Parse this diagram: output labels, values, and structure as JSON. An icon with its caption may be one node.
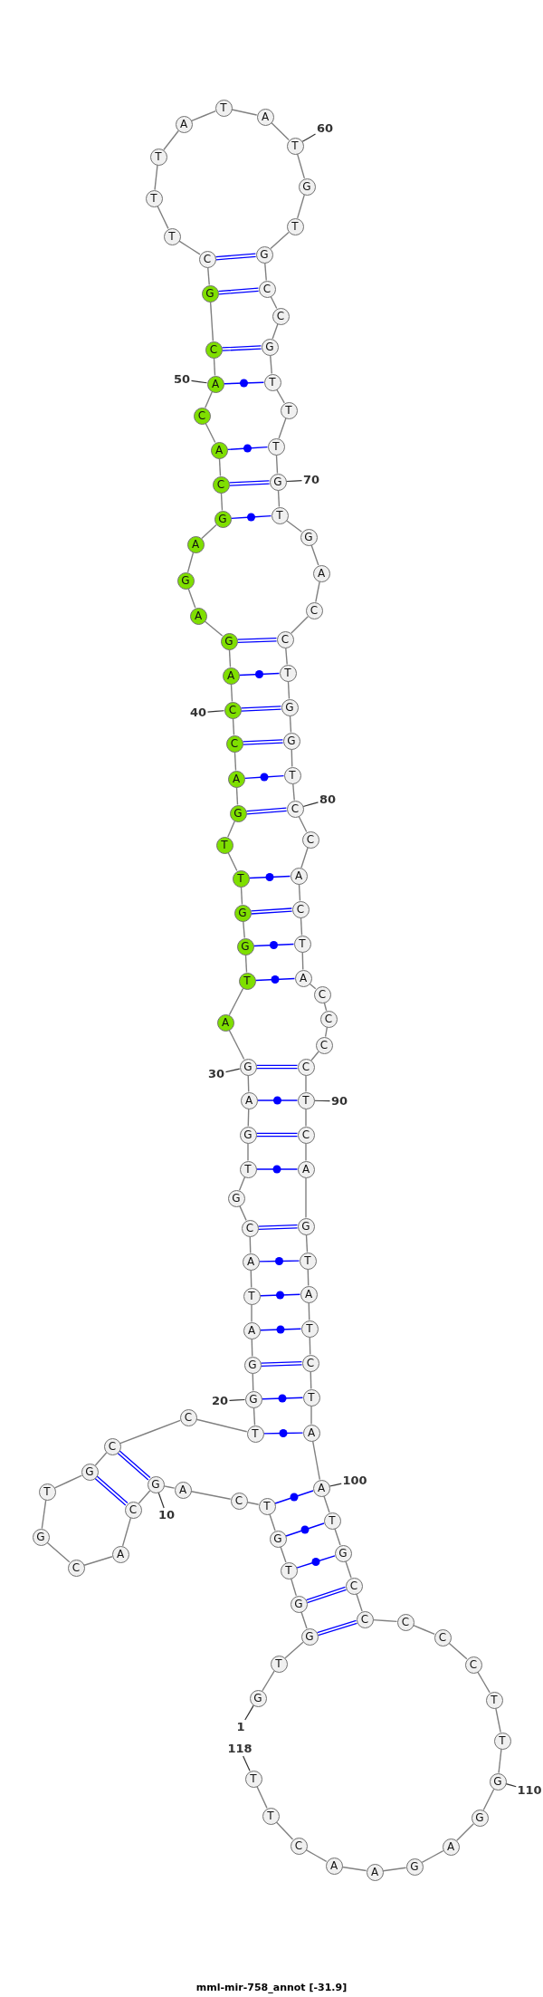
{
  "diagram": {
    "caption": "mml-mir-758_annot [-31.9]",
    "nodes": [
      {
        "text": [
          "G"
        ]
      },
      {
        "text": [
          "T"
        ]
      },
      {
        "text": [
          "G"
        ]
      },
      {
        "text": [
          "G"
        ]
      },
      {
        "text": [
          "T"
        ]
      },
      {
        "text": [
          "G"
        ]
      },
      {
        "text": [
          "T"
        ]
      },
      {
        "text": [
          "C"
        ]
      },
      {
        "text": [
          "A"
        ]
      },
      {
        "text": [
          "G"
        ]
      },
      {
        "text": [
          "C"
        ]
      },
      {
        "text": [
          "A"
        ]
      },
      {
        "text": [
          "C"
        ]
      },
      {
        "text": [
          "G"
        ]
      },
      {
        "text": [
          "T"
        ]
      },
      {
        "text": [
          "G"
        ]
      },
      {
        "text": [
          "C"
        ]
      },
      {
        "text": [
          "C"
        ]
      },
      {
        "text": [
          "T"
        ]
      },
      {
        "text": [
          "G"
        ]
      },
      {
        "text": [
          "G"
        ]
      },
      {
        "text": [
          "A"
        ]
      },
      {
        "text": [
          "T"
        ]
      },
      {
        "text": [
          "A"
        ]
      },
      {
        "text": [
          "C"
        ]
      },
      {
        "text": [
          "G"
        ]
      },
      {
        "text": [
          "T"
        ]
      },
      {
        "text": [
          "G"
        ]
      },
      {
        "text": [
          "A"
        ]
      },
      {
        "text": [
          "G"
        ]
      },
      {
        "text": [
          "A"
        ]
      },
      {
        "text": [
          "T"
        ]
      },
      {
        "text": [
          "G"
        ]
      },
      {
        "text": [
          "G"
        ]
      },
      {
        "text": [
          "T"
        ]
      },
      {
        "text": [
          "T"
        ]
      },
      {
        "text": [
          "G"
        ]
      },
      {
        "text": [
          "A"
        ]
      },
      {
        "text": [
          "C"
        ]
      },
      {
        "text": [
          "C"
        ]
      },
      {
        "text": [
          "A"
        ]
      },
      {
        "text": [
          "G"
        ]
      },
      {
        "text": [
          "A"
        ]
      },
      {
        "text": [
          "G"
        ]
      },
      {
        "text": [
          "A"
        ]
      },
      {
        "text": [
          "G"
        ]
      },
      {
        "text": [
          "C"
        ]
      },
      {
        "text": [
          "A"
        ]
      },
      {
        "text": [
          "C"
        ]
      },
      {
        "text": [
          "A"
        ]
      },
      {
        "text": [
          "C"
        ]
      },
      {
        "text": [
          "G"
        ]
      },
      {
        "text": [
          "C"
        ]
      },
      {
        "text": [
          "T"
        ]
      },
      {
        "text": [
          "T"
        ]
      },
      {
        "text": [
          "T"
        ]
      },
      {
        "text": [
          "A"
        ]
      },
      {
        "text": [
          "T"
        ]
      },
      {
        "text": [
          "A"
        ]
      },
      {
        "text": [
          "T"
        ]
      },
      {
        "text": [
          "G"
        ]
      },
      {
        "text": [
          "T"
        ]
      },
      {
        "text": [
          "G"
        ]
      },
      {
        "text": [
          "C"
        ]
      },
      {
        "text": [
          "C"
        ]
      },
      {
        "text": [
          "G"
        ]
      },
      {
        "text": [
          "T"
        ]
      },
      {
        "text": [
          "T"
        ]
      },
      {
        "text": [
          "T"
        ]
      },
      {
        "text": [
          "G"
        ]
      },
      {
        "text": [
          "T"
        ]
      },
      {
        "text": [
          "G"
        ]
      },
      {
        "text": [
          "A"
        ]
      },
      {
        "text": [
          "C"
        ]
      },
      {
        "text": [
          "C"
        ]
      },
      {
        "text": [
          "T"
        ]
      },
      {
        "text": [
          "G"
        ]
      },
      {
        "text": [
          "G"
        ]
      },
      {
        "text": [
          "T"
        ]
      },
      {
        "text": [
          "C"
        ]
      },
      {
        "text": [
          "C"
        ]
      },
      {
        "text": [
          "A"
        ]
      },
      {
        "text": [
          "C"
        ]
      },
      {
        "text": [
          "T"
        ]
      },
      {
        "text": [
          "A"
        ]
      },
      {
        "text": [
          "C"
        ]
      },
      {
        "text": [
          "C"
        ]
      },
      {
        "text": [
          "C"
        ]
      },
      {
        "text": [
          "C"
        ]
      },
      {
        "text": [
          "T"
        ]
      },
      {
        "text": [
          "C"
        ]
      },
      {
        "text": [
          "A"
        ]
      },
      {
        "text": [
          "G"
        ]
      },
      {
        "text": [
          "T"
        ]
      },
      {
        "text": [
          "A"
        ]
      },
      {
        "text": [
          "T"
        ]
      },
      {
        "text": [
          "C"
        ]
      },
      {
        "text": [
          "T"
        ]
      },
      {
        "text": [
          "A"
        ]
      },
      {
        "text": [
          "A"
        ]
      },
      {
        "text": [
          "T"
        ]
      },
      {
        "text": [
          "G"
        ]
      },
      {
        "text": [
          "C"
        ]
      },
      {
        "text": [
          "C"
        ]
      },
      {
        "text": [
          "C"
        ]
      },
      {
        "text": [
          "C"
        ]
      },
      {
        "text": [
          "C"
        ]
      },
      {
        "text": [
          "T"
        ]
      },
      {
        "text": [
          "T"
        ]
      },
      {
        "text": [
          "G"
        ]
      },
      {
        "text": [
          "G"
        ]
      },
      {
        "text": [
          "A"
        ]
      },
      {
        "text": [
          "G"
        ]
      },
      {
        "text": [
          "A"
        ]
      },
      {
        "text": [
          "A"
        ]
      },
      {
        "text": [
          "C"
        ]
      },
      {
        "text": [
          "T"
        ]
      },
      {
        "text": [
          "T"
        ]
      },
      {
        "text": [
          "60"
        ]
      },
      {
        "text": [
          "50"
        ]
      },
      {
        "text": [
          "70"
        ]
      },
      {
        "text": [
          "40"
        ]
      },
      {
        "text": [
          "80"
        ]
      },
      {
        "text": [
          "30"
        ]
      },
      {
        "text": [
          "90"
        ]
      },
      {
        "text": [
          "20"
        ]
      },
      {
        "text": [
          "100"
        ]
      },
      {
        "text": [
          "10"
        ]
      },
      {
        "text": [
          "1"
        ]
      },
      {
        "text": [
          "118"
        ]
      },
      {
        "text": [
          "110"
        ]
      }
    ],
    "edges": [
      {
        "from": 0,
        "to": 1,
        "arrow": "none"
      },
      {
        "from": 1,
        "to": 2,
        "arrow": "none"
      },
      {
        "from": 2,
        "to": 3,
        "arrow": "none"
      },
      {
        "from": 3,
        "to": 4,
        "arrow": "none"
      },
      {
        "from": 4,
        "to": 5,
        "arrow": "none"
      },
      {
        "from": 5,
        "to": 6,
        "arrow": "none"
      },
      {
        "from": 6,
        "to": 7,
        "arrow": "none"
      },
      {
        "from": 7,
        "to": 8,
        "arrow": "none"
      },
      {
        "from": 8,
        "to": 9,
        "arrow": "none"
      },
      {
        "from": 9,
        "to": 10,
        "arrow": "none"
      },
      {
        "from": 10,
        "to": 11,
        "arrow": "none"
      },
      {
        "from": 11,
        "to": 12,
        "arrow": "none"
      },
      {
        "from": 12,
        "to": 13,
        "arrow": "none"
      },
      {
        "from": 13,
        "to": 14,
        "arrow": "none"
      },
      {
        "from": 14,
        "to": 15,
        "arrow": "none"
      },
      {
        "from": 15,
        "to": 16,
        "arrow": "none"
      },
      {
        "from": 16,
        "to": 17,
        "arrow": "none"
      },
      {
        "from": 17,
        "to": 18,
        "arrow": "none"
      },
      {
        "from": 18,
        "to": 19,
        "arrow": "none"
      },
      {
        "from": 19,
        "to": 20,
        "arrow": "none"
      },
      {
        "from": 20,
        "to": 21,
        "arrow": "none"
      },
      {
        "from": 21,
        "to": 22,
        "arrow": "none"
      },
      {
        "from": 22,
        "to": 23,
        "arrow": "none"
      },
      {
        "from": 23,
        "to": 24,
        "arrow": "none"
      },
      {
        "from": 24,
        "to": 25,
        "arrow": "none"
      },
      {
        "from": 25,
        "to": 26,
        "arrow": "none"
      },
      {
        "from": 26,
        "to": 27,
        "arrow": "none"
      },
      {
        "from": 27,
        "to": 28,
        "arrow": "none"
      },
      {
        "from": 28,
        "to": 29,
        "arrow": "none"
      },
      {
        "from": 29,
        "to": 30,
        "arrow": "none"
      },
      {
        "from": 30,
        "to": 31,
        "arrow": "none"
      },
      {
        "from": 31,
        "to": 32,
        "arrow": "none"
      },
      {
        "from": 32,
        "to": 33,
        "arrow": "none"
      },
      {
        "from": 33,
        "to": 34,
        "arrow": "none"
      },
      {
        "from": 34,
        "to": 35,
        "arrow": "none"
      },
      {
        "from": 35,
        "to": 36,
        "arrow": "none"
      },
      {
        "from": 36,
        "to": 37,
        "arrow": "none"
      },
      {
        "from": 37,
        "to": 38,
        "arrow": "none"
      },
      {
        "from": 38,
        "to": 39,
        "arrow": "none"
      },
      {
        "from": 39,
        "to": 40,
        "arrow": "none"
      },
      {
        "from": 40,
        "to": 41,
        "arrow": "none"
      },
      {
        "from": 41,
        "to": 42,
        "arrow": "none"
      },
      {
        "from": 42,
        "to": 43,
        "arrow": "none"
      },
      {
        "from": 43,
        "to": 44,
        "arrow": "none"
      },
      {
        "from": 44,
        "to": 45,
        "arrow": "none"
      },
      {
        "from": 45,
        "to": 46,
        "arrow": "none"
      },
      {
        "from": 46,
        "to": 47,
        "arrow": "none"
      },
      {
        "from": 47,
        "to": 48,
        "arrow": "none"
      },
      {
        "from": 48,
        "to": 49,
        "arrow": "none"
      },
      {
        "from": 49,
        "to": 50,
        "arrow": "none"
      },
      {
        "from": 50,
        "to": 51,
        "arrow": "none"
      },
      {
        "from": 51,
        "to": 52,
        "arrow": "none"
      },
      {
        "from": 52,
        "to": 53,
        "arrow": "none"
      },
      {
        "from": 53,
        "to": 54,
        "arrow": "none"
      },
      {
        "from": 54,
        "to": 55,
        "arrow": "none"
      },
      {
        "from": 55,
        "to": 56,
        "arrow": "none"
      },
      {
        "from": 56,
        "to": 57,
        "arrow": "none"
      },
      {
        "from": 57,
        "to": 58,
        "arrow": "none"
      },
      {
        "from": 58,
        "to": 59,
        "arrow": "none"
      },
      {
        "from": 59,
        "to": 60,
        "arrow": "none"
      },
      {
        "from": 60,
        "to": 61,
        "arrow": "none"
      },
      {
        "from": 61,
        "to": 62,
        "arrow": "none"
      },
      {
        "from": 62,
        "to": 63,
        "arrow": "none"
      },
      {
        "from": 63,
        "to": 64,
        "arrow": "none"
      },
      {
        "from": 64,
        "to": 65,
        "arrow": "none"
      },
      {
        "from": 65,
        "to": 66,
        "arrow": "none"
      },
      {
        "from": 66,
        "to": 67,
        "arrow": "none"
      },
      {
        "from": 67,
        "to": 68,
        "arrow": "none"
      },
      {
        "from": 68,
        "to": 69,
        "arrow": "none"
      },
      {
        "from": 69,
        "to": 70,
        "arrow": "none"
      },
      {
        "from": 70,
        "to": 71,
        "arrow": "none"
      },
      {
        "from": 71,
        "to": 72,
        "arrow": "none"
      },
      {
        "from": 72,
        "to": 73,
        "arrow": "none"
      },
      {
        "from": 73,
        "to": 74,
        "arrow": "none"
      },
      {
        "from": 74,
        "to": 75,
        "arrow": "none"
      },
      {
        "from": 75,
        "to": 76,
        "arrow": "none"
      },
      {
        "from": 76,
        "to": 77,
        "arrow": "none"
      },
      {
        "from": 77,
        "to": 78,
        "arrow": "none"
      },
      {
        "from": 78,
        "to": 79,
        "arrow": "none"
      },
      {
        "from": 79,
        "to": 80,
        "arrow": "none"
      },
      {
        "from": 80,
        "to": 81,
        "arrow": "none"
      },
      {
        "from": 81,
        "to": 82,
        "arrow": "none"
      },
      {
        "from": 82,
        "to": 83,
        "arrow": "none"
      },
      {
        "from": 83,
        "to": 84,
        "arrow": "none"
      },
      {
        "from": 84,
        "to": 85,
        "arrow": "none"
      },
      {
        "from": 85,
        "to": 86,
        "arrow": "none"
      },
      {
        "from": 86,
        "to": 87,
        "arrow": "none"
      },
      {
        "from": 87,
        "to": 88,
        "arrow": "none"
      },
      {
        "from": 88,
        "to": 89,
        "arrow": "none"
      },
      {
        "from": 89,
        "to": 90,
        "arrow": "none"
      },
      {
        "from": 90,
        "to": 91,
        "arrow": "none"
      },
      {
        "from": 91,
        "to": 92,
        "arrow": "none"
      },
      {
        "from": 92,
        "to": 93,
        "arrow": "none"
      },
      {
        "from": 93,
        "to": 94,
        "arrow": "none"
      },
      {
        "from": 94,
        "to": 95,
        "arrow": "none"
      },
      {
        "from": 95,
        "to": 96,
        "arrow": "none"
      },
      {
        "from": 96,
        "to": 97,
        "arrow": "none"
      },
      {
        "from": 97,
        "to": 98,
        "arrow": "none"
      },
      {
        "from": 98,
        "to": 99,
        "arrow": "none"
      },
      {
        "from": 99,
        "to": 100,
        "arrow": "none"
      },
      {
        "from": 100,
        "to": 101,
        "arrow": "none"
      },
      {
        "from": 101,
        "to": 102,
        "arrow": "none"
      },
      {
        "from": 102,
        "to": 103,
        "arrow": "none"
      },
      {
        "from": 103,
        "to": 104,
        "arrow": "none"
      },
      {
        "from": 104,
        "to": 105,
        "arrow": "none"
      },
      {
        "from": 105,
        "to": 106,
        "arrow": "none"
      },
      {
        "from": 106,
        "to": 107,
        "arrow": "none"
      },
      {
        "from": 107,
        "to": 108,
        "arrow": "none"
      },
      {
        "from": 108,
        "to": 109,
        "arrow": "none"
      },
      {
        "from": 109,
        "to": 110,
        "arrow": "none"
      },
      {
        "from": 110,
        "to": 111,
        "arrow": "none"
      },
      {
        "from": 111,
        "to": 112,
        "arrow": "none"
      },
      {
        "from": 112,
        "to": 113,
        "arrow": "none"
      },
      {
        "from": 113,
        "to": 114,
        "arrow": "none"
      },
      {
        "from": 114,
        "to": 115,
        "arrow": "none"
      },
      {
        "from": 115,
        "to": 116,
        "arrow": "none"
      },
      {
        "from": 116,
        "to": 117,
        "arrow": "none"
      },
      {
        "from": 52,
        "to": 62,
        "arrow": "none",
        "color": "#0000ff"
      },
      {
        "from": 51,
        "to": 63,
        "arrow": "none",
        "color": "#0000ff"
      },
      {
        "from": 50,
        "to": 65,
        "arrow": "none",
        "color": "#0000ff"
      },
      {
        "from": 49,
        "to": 66,
        "arrow": "none",
        "color": "#0000ff"
      },
      {
        "from": 47,
        "to": 68,
        "arrow": "none",
        "color": "#0000ff"
      },
      {
        "from": 46,
        "to": 69,
        "arrow": "none",
        "color": "#0000ff"
      },
      {
        "from": 45,
        "to": 70,
        "arrow": "none",
        "color": "#0000ff"
      },
      {
        "from": 41,
        "to": 74,
        "arrow": "none",
        "color": "#0000ff"
      },
      {
        "from": 40,
        "to": 75,
        "arrow": "none",
        "color": "#0000ff"
      },
      {
        "from": 39,
        "to": 76,
        "arrow": "none",
        "color": "#0000ff"
      },
      {
        "from": 38,
        "to": 77,
        "arrow": "none",
        "color": "#0000ff"
      },
      {
        "from": 37,
        "to": 78,
        "arrow": "none",
        "color": "#0000ff"
      },
      {
        "from": 36,
        "to": 79,
        "arrow": "none",
        "color": "#0000ff"
      },
      {
        "from": 34,
        "to": 81,
        "arrow": "none",
        "color": "#0000ff"
      },
      {
        "from": 33,
        "to": 82,
        "arrow": "none",
        "color": "#0000ff"
      },
      {
        "from": 32,
        "to": 83,
        "arrow": "none",
        "color": "#0000ff"
      },
      {
        "from": 31,
        "to": 84,
        "arrow": "none",
        "color": "#0000ff"
      },
      {
        "from": 29,
        "to": 88,
        "arrow": "none",
        "color": "#0000ff"
      },
      {
        "from": 28,
        "to": 89,
        "arrow": "none",
        "color": "#0000ff"
      },
      {
        "from": 27,
        "to": 90,
        "arrow": "none",
        "color": "#0000ff"
      },
      {
        "from": 26,
        "to": 91,
        "arrow": "none",
        "color": "#0000ff"
      },
      {
        "from": 24,
        "to": 92,
        "arrow": "none",
        "color": "#0000ff"
      },
      {
        "from": 23,
        "to": 93,
        "arrow": "none",
        "color": "#0000ff"
      },
      {
        "from": 22,
        "to": 94,
        "arrow": "none",
        "color": "#0000ff"
      },
      {
        "from": 21,
        "to": 95,
        "arrow": "none",
        "color": "#0000ff"
      },
      {
        "from": 20,
        "to": 96,
        "arrow": "none",
        "color": "#0000ff"
      },
      {
        "from": 19,
        "to": 97,
        "arrow": "none",
        "color": "#0000ff"
      },
      {
        "from": 18,
        "to": 98,
        "arrow": "none",
        "color": "#0000ff"
      },
      {
        "from": 6,
        "to": 99,
        "arrow": "none",
        "color": "#0000ff"
      },
      {
        "from": 5,
        "to": 100,
        "arrow": "none",
        "color": "#0000ff"
      },
      {
        "from": 4,
        "to": 101,
        "arrow": "none",
        "color": "#0000ff"
      },
      {
        "from": 3,
        "to": 102,
        "arrow": "none",
        "color": "#0000ff"
      },
      {
        "from": 2,
        "to": 103,
        "arrow": "none",
        "color": "#0000ff"
      },
      {
        "from": 9,
        "to": 16,
        "arrow": "none",
        "color": "#0000ff"
      },
      {
        "from": 10,
        "to": 15,
        "arrow": "none",
        "color": "#0000ff"
      },
      {
        "from": 118,
        "to": 59,
        "arrow": "none"
      },
      {
        "from": 119,
        "to": 49,
        "arrow": "none"
      },
      {
        "from": 120,
        "to": 69,
        "arrow": "none"
      },
      {
        "from": 121,
        "to": 39,
        "arrow": "none"
      },
      {
        "from": 122,
        "to": 79,
        "arrow": "none"
      },
      {
        "from": 123,
        "to": 29,
        "arrow": "none"
      },
      {
        "from": 124,
        "to": 89,
        "arrow": "none"
      },
      {
        "from": 125,
        "to": 19,
        "arrow": "none"
      },
      {
        "from": 126,
        "to": 99,
        "arrow": "none"
      },
      {
        "from": 127,
        "to": 9,
        "arrow": "none"
      },
      {
        "from": 128,
        "to": 0,
        "arrow": "none"
      },
      {
        "from": 129,
        "to": 117,
        "arrow": "none"
      },
      {
        "from": 130,
        "to": 109,
        "arrow": "none"
      }
    ]
  }
}
